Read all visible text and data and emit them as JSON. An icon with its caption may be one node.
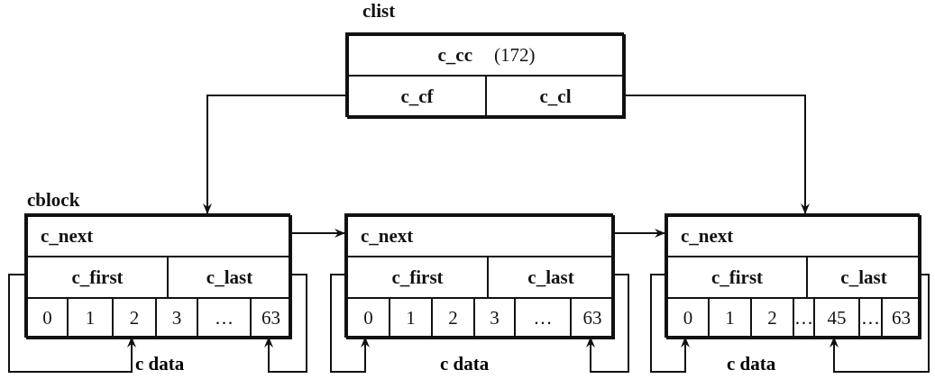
{
  "diagram": {
    "nodes": [
      {
        "text": [
          "clist"
        ]
      },
      {
        "text": [
          "c_cc",
          "(172)"
        ],
        "in": 0
      },
      {
        "text": [
          "c_cf"
        ],
        "in": 0
      },
      {
        "text": [
          "c_cl"
        ],
        "in": 0
      },
      {
        "text": [
          "cblock"
        ]
      },
      {
        "text": [
          "c_next"
        ],
        "in": 4
      },
      {
        "text": [
          "c_first"
        ],
        "in": 4
      },
      {
        "text": [
          "c_last"
        ],
        "in": 4
      },
      {
        "text": [
          "0"
        ],
        "in": 4
      },
      {
        "text": [
          "1"
        ],
        "in": 4
      },
      {
        "text": [
          "2"
        ],
        "in": 4
      },
      {
        "text": [
          "3"
        ],
        "in": 4
      },
      {
        "text": [
          "…"
        ],
        "in": 4
      },
      {
        "text": [
          "63"
        ],
        "in": 4
      },
      {
        "text": [],
        "shape": "box"
      },
      {
        "text": [
          "c_next"
        ],
        "in": 14
      },
      {
        "text": [
          "c_first"
        ],
        "in": 14
      },
      {
        "text": [
          "c_last"
        ],
        "in": 14
      },
      {
        "text": [
          "0"
        ],
        "in": 14
      },
      {
        "text": [
          "1"
        ],
        "in": 14
      },
      {
        "text": [
          "2"
        ],
        "in": 14
      },
      {
        "text": [
          "3"
        ],
        "in": 14
      },
      {
        "text": [
          "…"
        ],
        "in": 14
      },
      {
        "text": [
          "63"
        ],
        "in": 14
      },
      {
        "text": [],
        "shape": "box"
      },
      {
        "text": [
          "c_next"
        ],
        "in": 24
      },
      {
        "text": [
          "c_first"
        ],
        "in": 24
      },
      {
        "text": [
          "c_last"
        ],
        "in": 24
      },
      {
        "text": [
          "0"
        ],
        "in": 24
      },
      {
        "text": [
          "1"
        ],
        "in": 24
      },
      {
        "text": [
          "2"
        ],
        "in": 24
      },
      {
        "text": [
          "…"
        ],
        "in": 24
      },
      {
        "text": [
          "45"
        ],
        "in": 24
      },
      {
        "text": [
          "…"
        ],
        "in": 24
      },
      {
        "text": [
          "63"
        ],
        "in": 24
      }
    ],
    "edges": [
      {
        "from": 2,
        "to": 4,
        "arrow": "to"
      },
      {
        "from": 3,
        "to": 24,
        "arrow": "to"
      },
      {
        "from": 5,
        "to": 14,
        "arrow": "to"
      },
      {
        "from": 15,
        "to": 24,
        "arrow": "to"
      },
      {
        "from": 6,
        "to": 10,
        "arrow": "to"
      },
      {
        "from": 7,
        "to": 13,
        "arrow": "to"
      },
      {
        "from": 16,
        "to": 18,
        "arrow": "to"
      },
      {
        "from": 17,
        "to": 23,
        "arrow": "to"
      },
      {
        "from": 26,
        "to": 28,
        "arrow": "to"
      },
      {
        "from": 27,
        "to": 32,
        "arrow": "to"
      }
    ],
    "labels": [
      "c data",
      "c data",
      "c data"
    ]
  }
}
